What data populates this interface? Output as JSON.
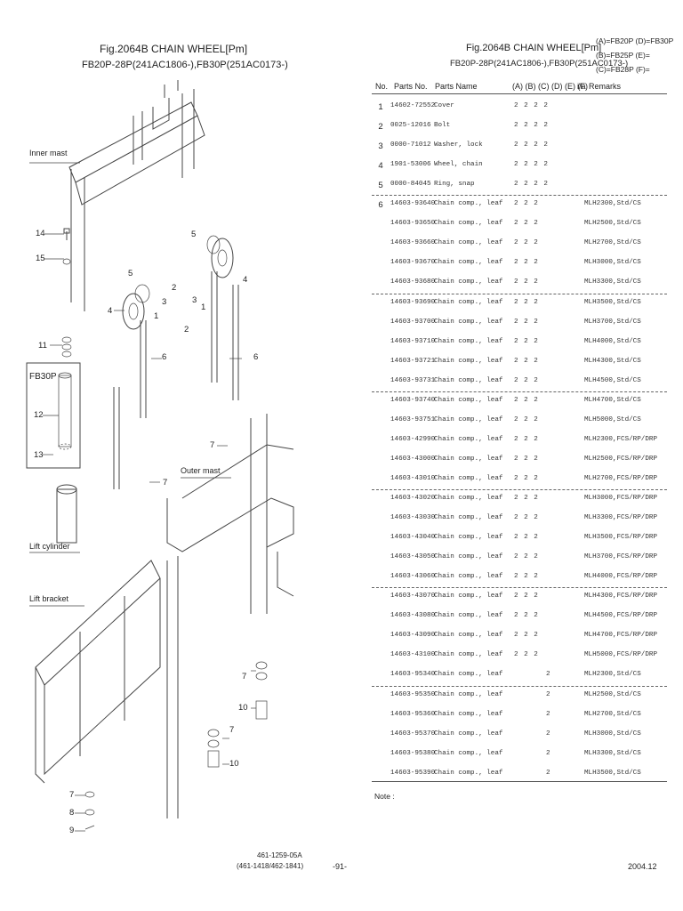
{
  "left": {
    "title": "Fig.2064B  CHAIN WHEEL[Pm]",
    "subtitle": "FB20P-28P(241AC1806-),FB30P(251AC0173-)",
    "labels": {
      "inner_mast": "Inner mast",
      "fb30p": "FB30P",
      "outer_mast": "Outer mast",
      "lift_cylinder": "Lift cylinder",
      "lift_bracket": "Lift bracket"
    },
    "callouts": {
      "c14": "14",
      "c15": "15",
      "c5a": "5",
      "c5b": "5",
      "c4a": "4",
      "c4b": "4",
      "c2a": "2",
      "c3a": "3",
      "c1a": "1",
      "c3b": "3",
      "c2b": "2",
      "c1b": "1",
      "c11": "11",
      "c6a": "6",
      "c6b": "6",
      "c12": "12",
      "c13": "13",
      "c7a": "7",
      "c7b": "7",
      "c7c": "7",
      "c7d": "7",
      "c7e": "7",
      "c10a": "10",
      "c10b": "10",
      "c8": "8",
      "c9": "9"
    }
  },
  "right": {
    "title": "Fig.2064B  CHAIN WHEEL[Pm]",
    "subtitle": "FB20P-28P(241AC1806-),FB30P(251AC0173-)",
    "legend": [
      "(A)=FB20P   (D)=FB30P",
      "(B)=FB25P   (E)=",
      "(C)=FB28P   (F)="
    ],
    "headers": {
      "no": "No.",
      "parts_no": "Parts No.",
      "parts_name": "Parts Name",
      "cols": "(A) (B) (C) (D) (E) (F)",
      "ia": "i/a",
      "remarks": "Remarks"
    },
    "rows": [
      {
        "no": "1",
        "pn": "14602-72552",
        "name": "Cover",
        "qty": "2 2 2 2",
        "rem": ""
      },
      {
        "no": "2",
        "pn": "0025-12016",
        "name": "Bolt",
        "qty": "2 2 2 2",
        "rem": ""
      },
      {
        "no": "3",
        "pn": "0000-71012",
        "name": "Washer, lock",
        "qty": "2 2 2 2",
        "rem": ""
      },
      {
        "no": "4",
        "pn": "1901-53006",
        "name": "Wheel, chain",
        "qty": "2 2 2 2",
        "rem": ""
      },
      {
        "no": "5",
        "pn": "0000-84045",
        "name": "Ring, snap",
        "qty": "2 2 2 2",
        "rem": ""
      },
      {
        "no": "6",
        "pn": "14603-93640",
        "name": "Chain comp., leaf",
        "qty": "2 2 2",
        "rem": "MLH2300,Std/CS"
      },
      {
        "no": "",
        "pn": "14603-93650",
        "name": "Chain comp., leaf",
        "qty": "2 2 2",
        "rem": "MLH2500,Std/CS"
      },
      {
        "no": "",
        "pn": "14603-93660",
        "name": "Chain comp., leaf",
        "qty": "2 2 2",
        "rem": "MLH2700,Std/CS"
      },
      {
        "no": "",
        "pn": "14603-93670",
        "name": "Chain comp., leaf",
        "qty": "2 2 2",
        "rem": "MLH3000,Std/CS"
      },
      {
        "no": "",
        "pn": "14603-93680",
        "name": "Chain comp., leaf",
        "qty": "2 2 2",
        "rem": "MLH3300,Std/CS"
      },
      {
        "no": "",
        "pn": "14603-93690",
        "name": "Chain comp., leaf",
        "qty": "2 2 2",
        "rem": "MLH3500,Std/CS"
      },
      {
        "no": "",
        "pn": "14603-93700",
        "name": "Chain comp., leaf",
        "qty": "2 2 2",
        "rem": "MLH3700,Std/CS"
      },
      {
        "no": "",
        "pn": "14603-93710",
        "name": "Chain comp., leaf",
        "qty": "2 2 2",
        "rem": "MLH4000,Std/CS"
      },
      {
        "no": "",
        "pn": "14603-93721",
        "name": "Chain comp., leaf",
        "qty": "2 2 2",
        "rem": "MLH4300,Std/CS"
      },
      {
        "no": "",
        "pn": "14603-93731",
        "name": "Chain comp., leaf",
        "qty": "2 2 2",
        "rem": "MLH4500,Std/CS"
      },
      {
        "no": "",
        "pn": "14603-93740",
        "name": "Chain comp., leaf",
        "qty": "2 2 2",
        "rem": "MLH4700,Std/CS"
      },
      {
        "no": "",
        "pn": "14603-93751",
        "name": "Chain comp., leaf",
        "qty": "2 2 2",
        "rem": "MLH5000,Std/CS"
      },
      {
        "no": "",
        "pn": "14603-42990",
        "name": "Chain comp., leaf",
        "qty": "2 2 2",
        "rem": "MLH2300,FCS/RP/DRP"
      },
      {
        "no": "",
        "pn": "14603-43000",
        "name": "Chain comp., leaf",
        "qty": "2 2 2",
        "rem": "MLH2500,FCS/RP/DRP"
      },
      {
        "no": "",
        "pn": "14603-43010",
        "name": "Chain comp., leaf",
        "qty": "2 2 2",
        "rem": "MLH2700,FCS/RP/DRP"
      },
      {
        "no": "",
        "pn": "14603-43020",
        "name": "Chain comp., leaf",
        "qty": "2 2 2",
        "rem": "MLH3000,FCS/RP/DRP"
      },
      {
        "no": "",
        "pn": "14603-43030",
        "name": "Chain comp., leaf",
        "qty": "2 2 2",
        "rem": "MLH3300,FCS/RP/DRP"
      },
      {
        "no": "",
        "pn": "14603-43040",
        "name": "Chain comp., leaf",
        "qty": "2 2 2",
        "rem": "MLH3500,FCS/RP/DRP"
      },
      {
        "no": "",
        "pn": "14603-43050",
        "name": "Chain comp., leaf",
        "qty": "2 2 2",
        "rem": "MLH3700,FCS/RP/DRP"
      },
      {
        "no": "",
        "pn": "14603-43060",
        "name": "Chain comp., leaf",
        "qty": "2 2 2",
        "rem": "MLH4000,FCS/RP/DRP"
      },
      {
        "no": "",
        "pn": "14603-43070",
        "name": "Chain comp., leaf",
        "qty": "2 2 2",
        "rem": "MLH4300,FCS/RP/DRP"
      },
      {
        "no": "",
        "pn": "14603-43080",
        "name": "Chain comp., leaf",
        "qty": "2 2 2",
        "rem": "MLH4500,FCS/RP/DRP"
      },
      {
        "no": "",
        "pn": "14603-43090",
        "name": "Chain comp., leaf",
        "qty": "2 2 2",
        "rem": "MLH4700,FCS/RP/DRP"
      },
      {
        "no": "",
        "pn": "14603-43100",
        "name": "Chain comp., leaf",
        "qty": "2 2 2",
        "rem": "MLH5000,FCS/RP/DRP"
      },
      {
        "no": "",
        "pn": "14603-95340",
        "name": "Chain comp., leaf",
        "qty": "2",
        "rem": "MLH2300,Std/CS"
      },
      {
        "no": "",
        "pn": "14603-95350",
        "name": "Chain comp., leaf",
        "qty": "2",
        "rem": "MLH2500,Std/CS"
      },
      {
        "no": "",
        "pn": "14603-95360",
        "name": "Chain comp., leaf",
        "qty": "2",
        "rem": "MLH2700,Std/CS"
      },
      {
        "no": "",
        "pn": "14603-95370",
        "name": "Chain comp., leaf",
        "qty": "2",
        "rem": "MLH3000,Std/CS"
      },
      {
        "no": "",
        "pn": "14603-95380",
        "name": "Chain comp., leaf",
        "qty": "2",
        "rem": "MLH3300,Std/CS"
      },
      {
        "no": "",
        "pn": "14603-95390",
        "name": "Chain comp., leaf",
        "qty": "2",
        "rem": "MLH3500,Std/CS"
      }
    ],
    "note": "Note :"
  },
  "footer": {
    "code1": "461-1259-05A",
    "code2": "(461-1418/462-1841)",
    "page": "-91-",
    "date": "2004.12"
  }
}
